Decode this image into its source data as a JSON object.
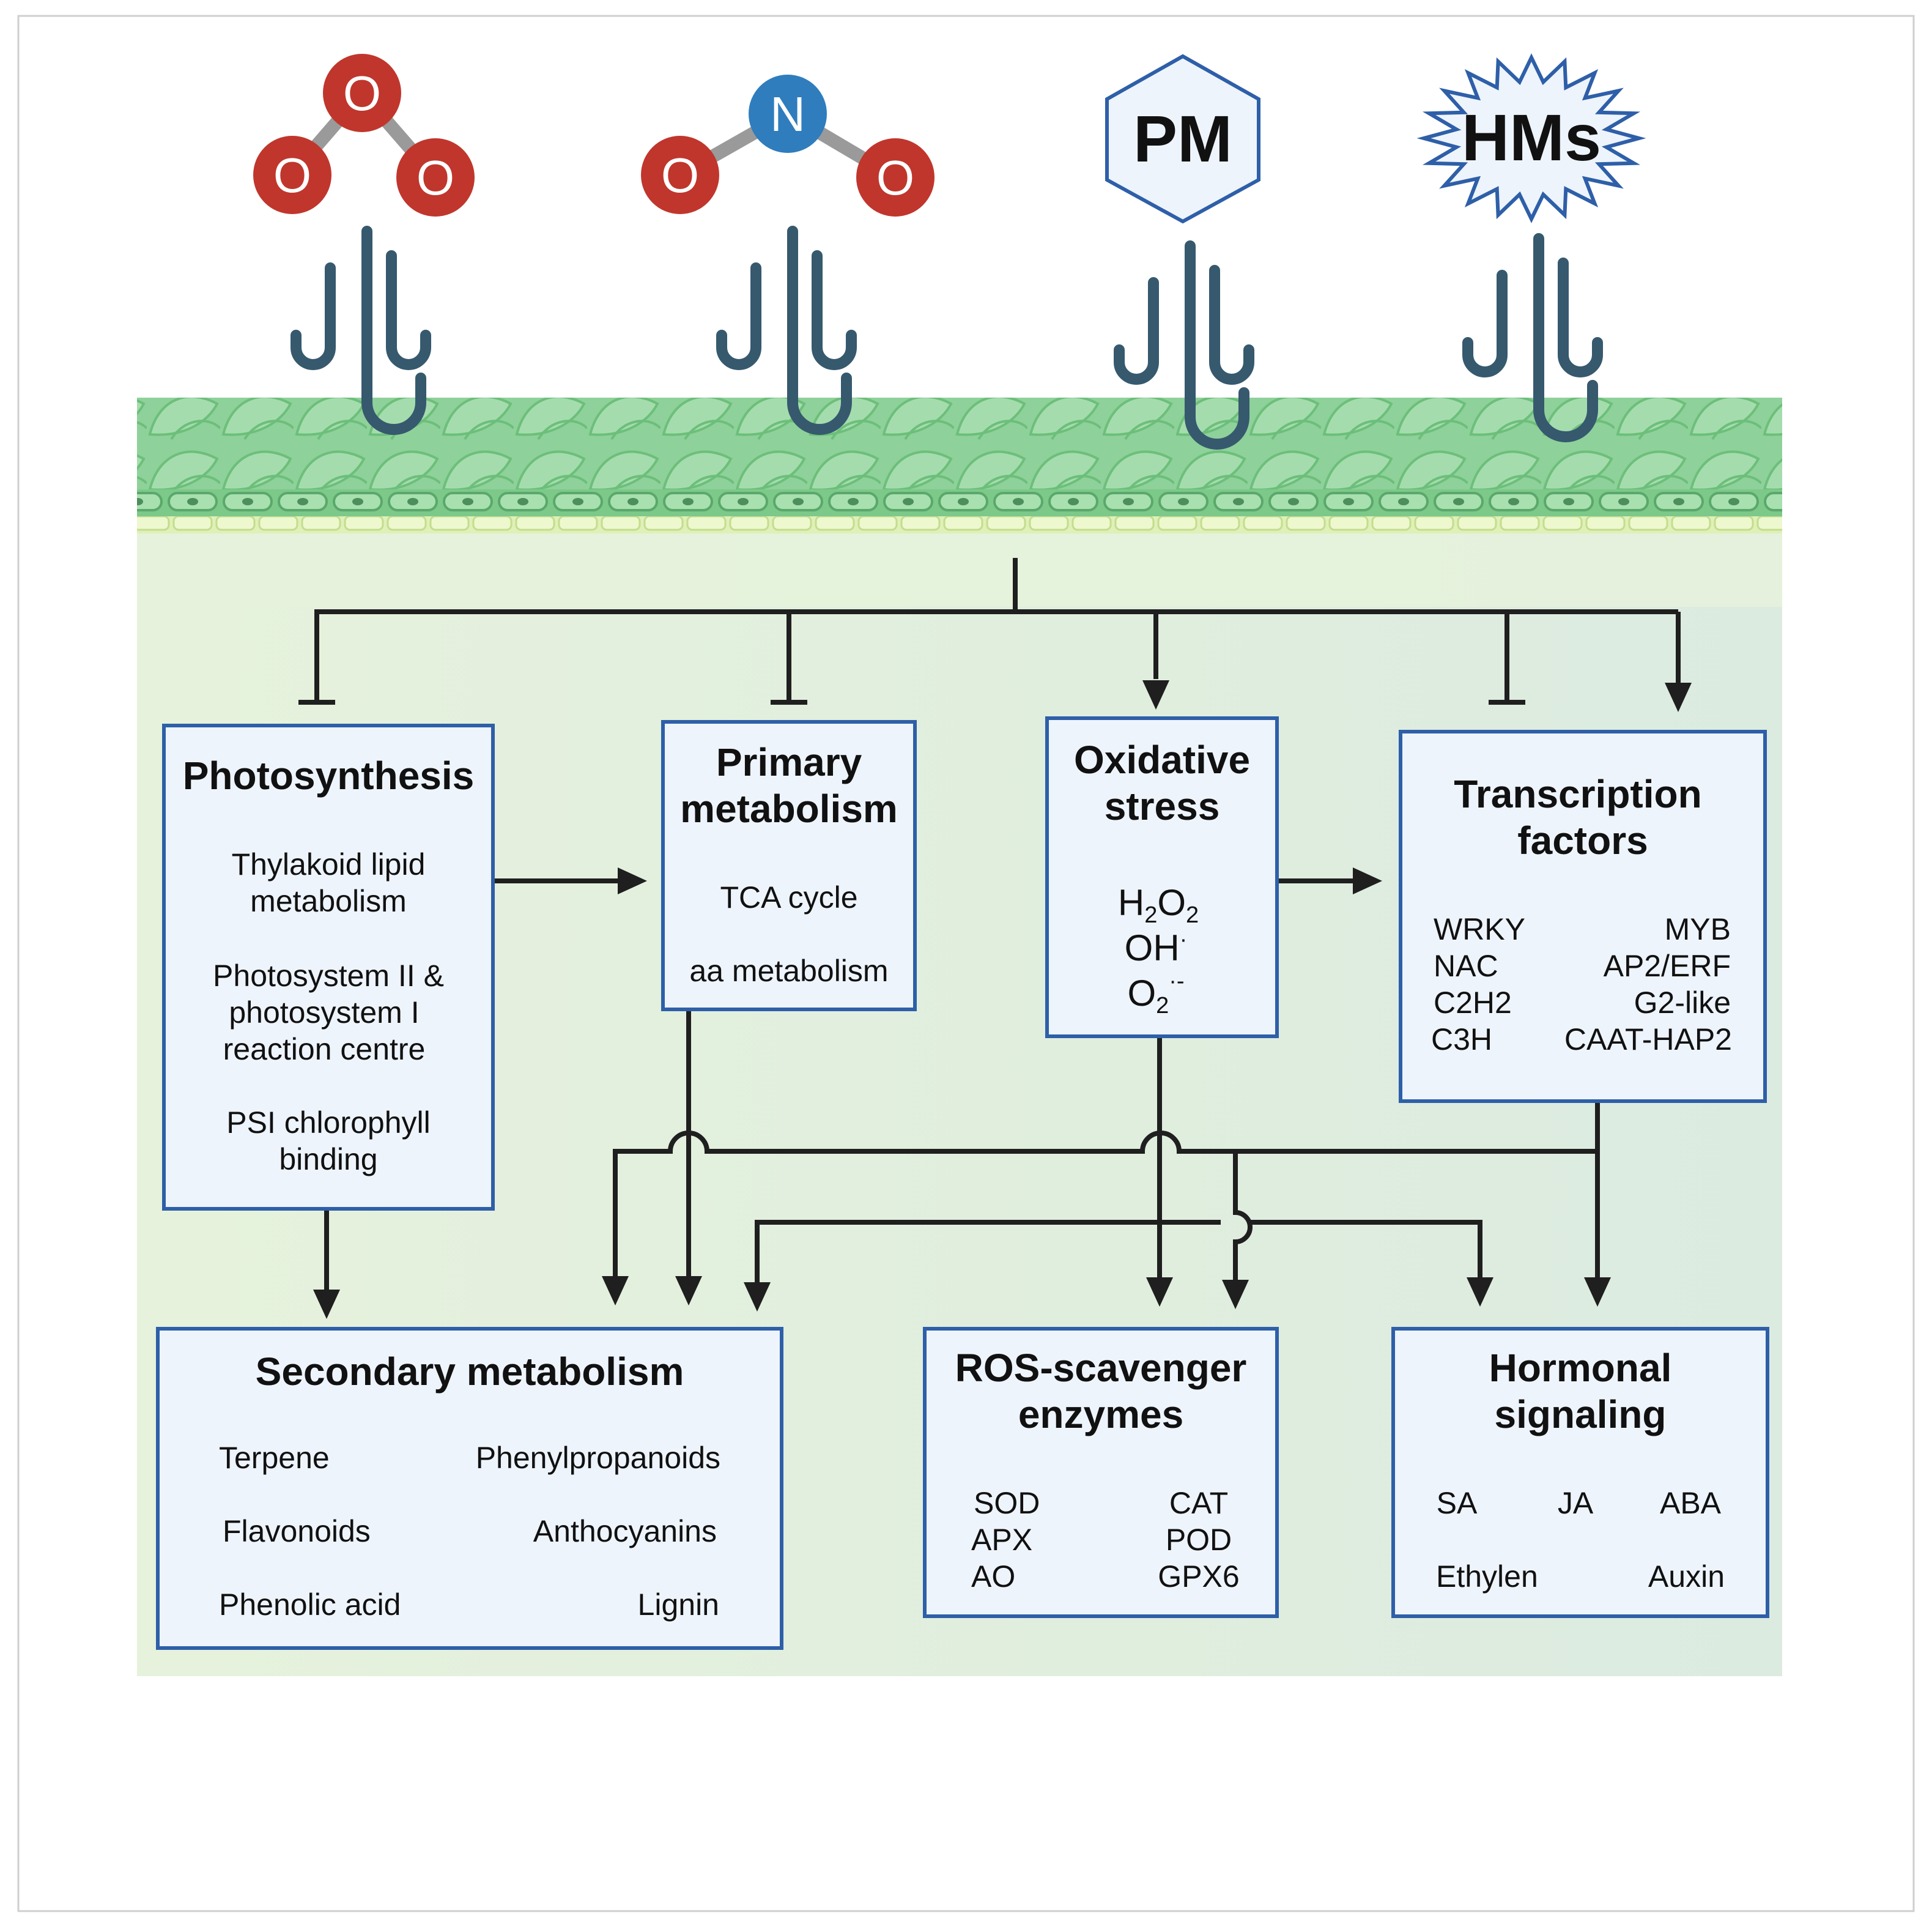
{
  "stressors": {
    "ozone": {
      "atoms": [
        "O",
        "O",
        "O"
      ]
    },
    "nitrogen_dioxide": {
      "atoms": [
        "O",
        "N",
        "O"
      ]
    },
    "pm": {
      "label": "PM"
    },
    "hms": {
      "label": "HMs"
    }
  },
  "boxes": {
    "photosynthesis": {
      "title": "Photosynthesis",
      "items": [
        "Thylakoid lipid",
        "metabolism",
        "Photosystem II &",
        "photosystem I",
        "reaction centre",
        "PSI chlorophyll",
        "binding"
      ]
    },
    "primary_metabolism": {
      "title": [
        "Primary",
        "metabolism"
      ],
      "items": [
        "TCA cycle",
        "aa metabolism"
      ]
    },
    "oxidative_stress": {
      "title": [
        "Oxidative",
        "stress"
      ],
      "species": {
        "h2o2": {
          "h": "H",
          "h_sub": "2",
          "o": "O",
          "o_sub": "2"
        },
        "oh": {
          "base": "OH",
          "sup": "·"
        },
        "o2": {
          "base": "O",
          "sub": "2",
          "sup": "·-"
        }
      }
    },
    "transcription_factors": {
      "title": [
        "Transcription",
        "factors"
      ],
      "left": [
        "WRKY",
        "NAC",
        "C2H2",
        "C3H"
      ],
      "right": [
        "MYB",
        "AP2/ERF",
        "G2-like",
        "CAAT-HAP2"
      ]
    },
    "secondary_metabolism": {
      "title": "Secondary metabolism",
      "left": [
        "Terpene",
        "Flavonoids",
        "Phenolic acid"
      ],
      "right": [
        "Phenylpropanoids",
        "Anthocyanins",
        "Lignin"
      ]
    },
    "ros_scavenger": {
      "title": [
        "ROS-scavenger",
        "enzymes"
      ],
      "left": [
        "SOD",
        "APX",
        "AO"
      ],
      "right": [
        "CAT",
        "POD",
        "GPX6"
      ]
    },
    "hormonal_signaling": {
      "title": [
        "Hormonal",
        "signaling"
      ],
      "row1": [
        "SA",
        "JA",
        "ABA"
      ],
      "row2": [
        "Ethylen",
        "Auxin"
      ]
    }
  },
  "colors": {
    "box_fill": "#eef4fc",
    "box_border": "#2e5fa8",
    "leaf_green": "#8fd19a",
    "background_green": "#e3efdc",
    "oxygen_red": "#c0362c",
    "nitrogen_blue": "#2f7dbd",
    "stomata_blue": "#36596e",
    "arrow_black": "#1f1f1f"
  }
}
